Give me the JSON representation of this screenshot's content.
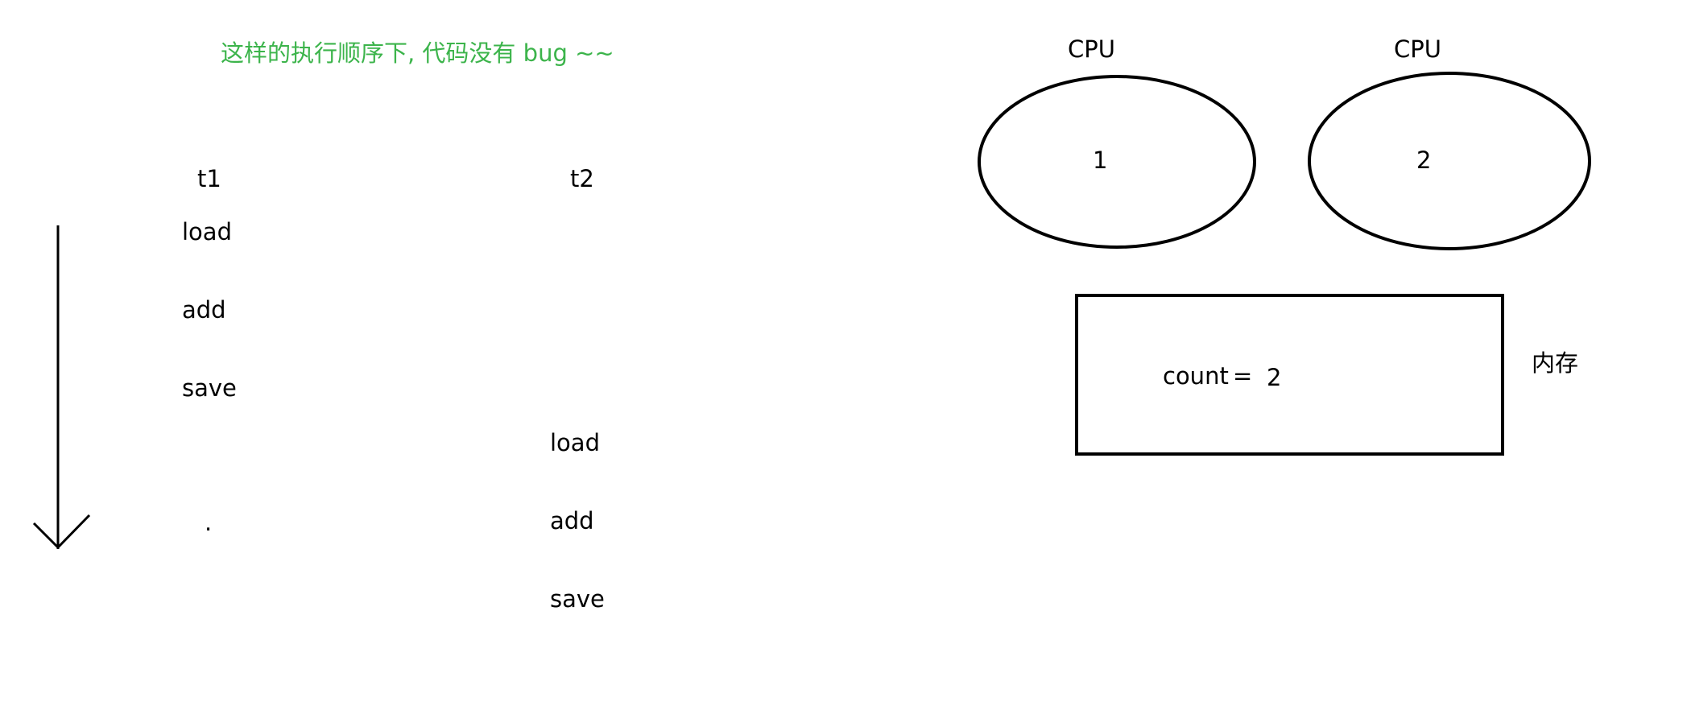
{
  "note": "这样的执行顺序下, 代码没有 bug ~~",
  "threads": {
    "t1": {
      "label": "t1",
      "ops": [
        "load",
        "add",
        "save"
      ],
      "extra_mark": "."
    },
    "t2": {
      "label": "t2",
      "ops": [
        "load",
        "add",
        "save"
      ]
    }
  },
  "cpus": [
    {
      "label": "CPU",
      "id": "1"
    },
    {
      "label": "CPU",
      "id": "2"
    }
  ],
  "memory": {
    "expr_name": "count",
    "expr_eq": "=",
    "expr_value": "2",
    "label": "内存"
  },
  "colors": {
    "note": "#3cb44b",
    "stroke": "#000000"
  }
}
